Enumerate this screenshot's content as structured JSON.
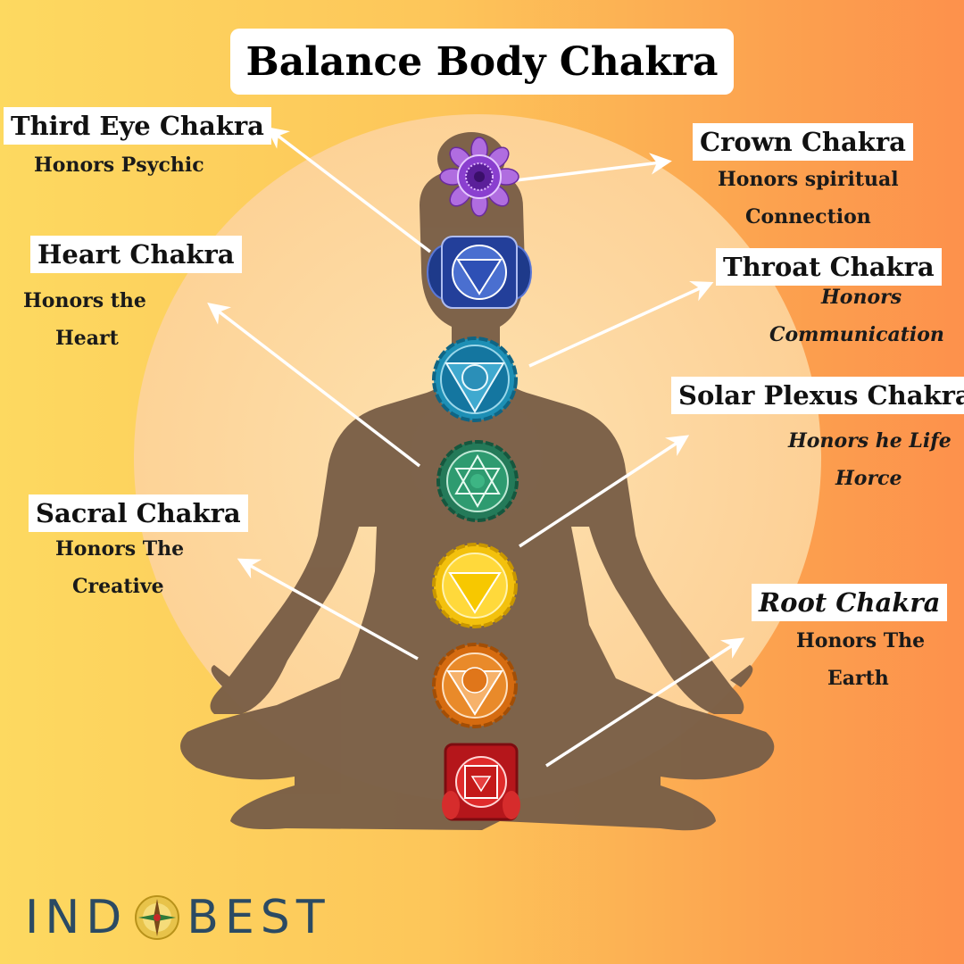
{
  "title": "Balance Body Chakra",
  "chakras": [
    {
      "id": "third-eye",
      "name": "Third Eye Chakra",
      "desc": [
        "Honors Psychic"
      ],
      "italic": false,
      "color": "#2c4fa3"
    },
    {
      "id": "crown",
      "name": "Crown Chakra",
      "desc": [
        "Honors spiritual",
        "Connection"
      ],
      "italic": false,
      "color": "#9b3fd3"
    },
    {
      "id": "heart",
      "name": "Heart Chakra",
      "desc": [
        "Honors the",
        "Heart"
      ],
      "italic": false,
      "color": "#2f8f6a"
    },
    {
      "id": "throat",
      "name": "Throat Chakra",
      "desc": [
        "Honors",
        "Communication"
      ],
      "italic": true,
      "color": "#1f8db0"
    },
    {
      "id": "solar-plexus",
      "name": "Solar Plexus Chakra",
      "desc": [
        "Honors he Life",
        "Horce"
      ],
      "italic": true,
      "color": "#f5c518"
    },
    {
      "id": "sacral",
      "name": "Sacral Chakra",
      "desc": [
        "Honors The",
        "Creative"
      ],
      "italic": false,
      "color": "#e3781a"
    },
    {
      "id": "root",
      "name": "Root Chakra",
      "desc": [
        "Honors The",
        "Earth"
      ],
      "italic": true,
      "color": "#c9201f"
    }
  ],
  "brand": {
    "left": "IND",
    "right": "BEST"
  },
  "colors": {
    "silhouette": "#7a5f47",
    "background_left": "#fdd960",
    "background_right": "#fd914c"
  }
}
